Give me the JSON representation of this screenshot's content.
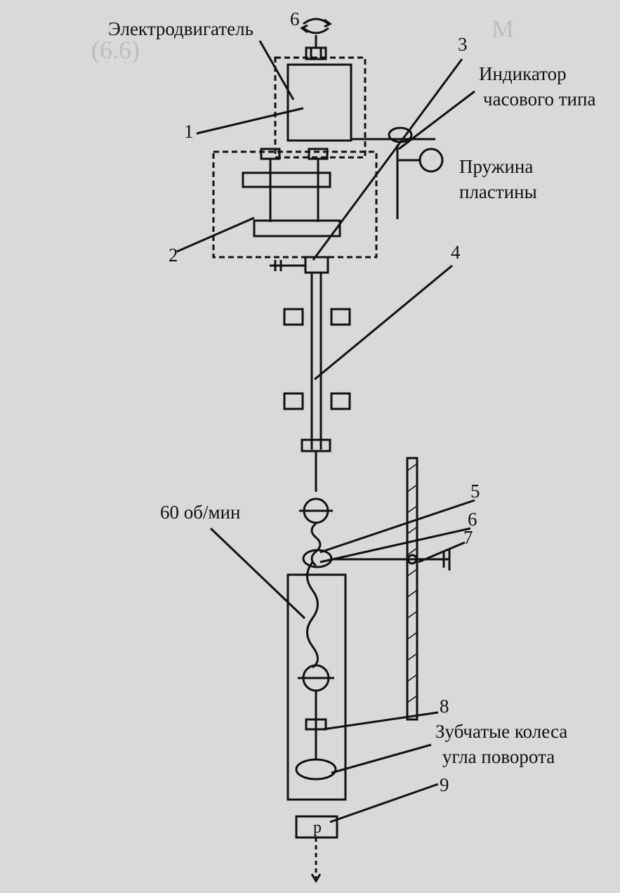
{
  "labels": {
    "motor": "Электродвигатель",
    "indicator_line1": "Индикатор",
    "indicator_line2": "часового типа",
    "spring_line1": "Пружина",
    "spring_line2": "пластины",
    "speed": "60 об/мин",
    "gears_line1": "Зубчатые колеса",
    "gears_line2": "угла поворота",
    "box_p": "p"
  },
  "numbers": {
    "n1": "1",
    "n2": "2",
    "n3": "3",
    "n4": "4",
    "n5": "5",
    "n6_top": "6",
    "n6": "6",
    "n7": "7",
    "n8": "8",
    "n9": "9"
  },
  "colors": {
    "ink": "#111111",
    "paper": "#d9d9d7",
    "bleed": "#bdbdbb"
  }
}
